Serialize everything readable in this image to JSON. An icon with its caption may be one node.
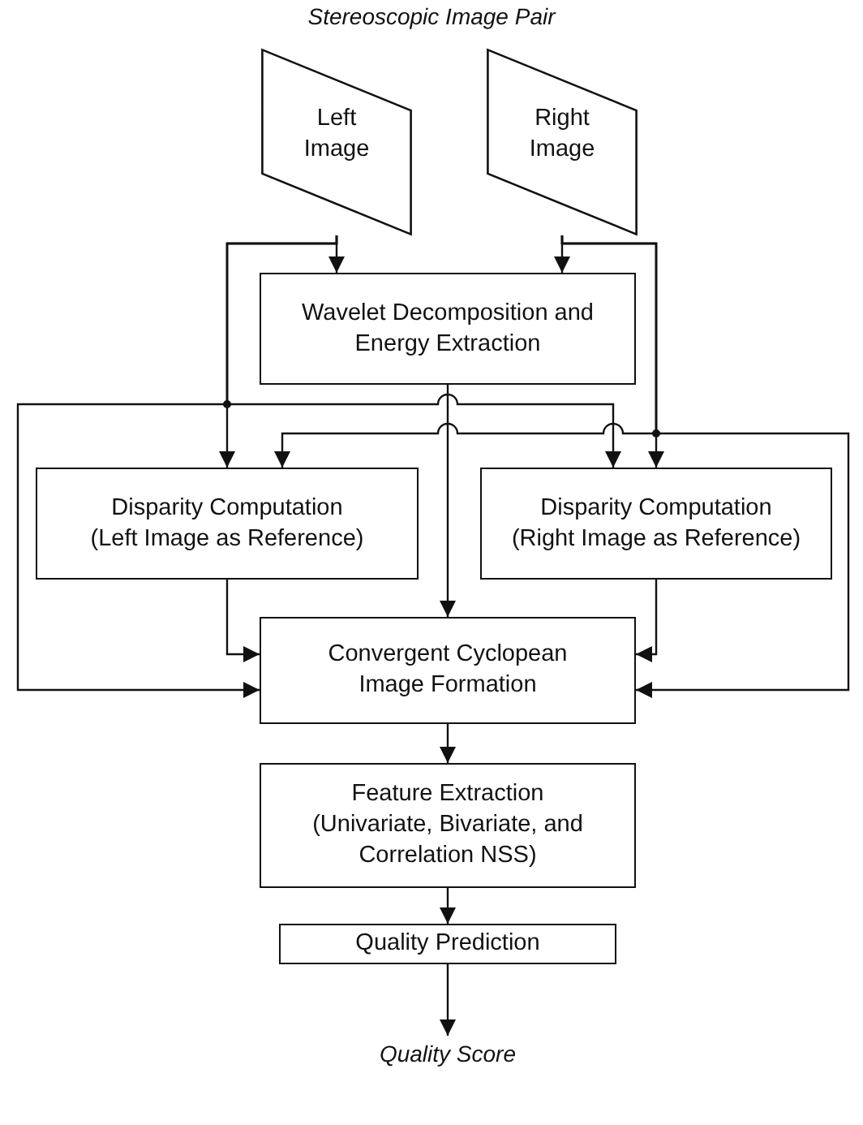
{
  "diagram": {
    "title": "Stereoscopic Image Pair",
    "nodes": [
      {
        "text": [
          "Left Image"
        ]
      },
      {
        "text": [
          "Right Image"
        ]
      },
      {
        "text": [
          "Wavelet Decomposition and Energy Extraction"
        ]
      },
      {
        "text": [
          "Disparity Computation",
          "(Left Image as Reference)"
        ]
      },
      {
        "text": [
          "Disparity Computation",
          "(Right Image as Reference)"
        ]
      },
      {
        "text": [
          "Convergent Cyclopean Image Formation"
        ]
      },
      {
        "text": [
          "Feature Extraction",
          "(Univariate, Bivariate, and Correlation NSS)"
        ]
      },
      {
        "text": [
          "Quality Prediction"
        ]
      },
      {
        "text": [
          "Quality Score"
        ]
      }
    ],
    "edges": [
      {
        "from": 0,
        "to": 2,
        "arrow": "to"
      },
      {
        "from": 1,
        "to": 2,
        "arrow": "to"
      },
      {
        "from": 0,
        "to": 3,
        "arrow": "to"
      },
      {
        "from": 0,
        "to": 4,
        "arrow": "to"
      },
      {
        "from": 0,
        "to": 5,
        "arrow": "to"
      },
      {
        "from": 1,
        "to": 4,
        "arrow": "to"
      },
      {
        "from": 1,
        "to": 3,
        "arrow": "to"
      },
      {
        "from": 1,
        "to": 5,
        "arrow": "to"
      },
      {
        "from": 2,
        "to": 5,
        "arrow": "to"
      },
      {
        "from": 3,
        "to": 5,
        "arrow": "to"
      },
      {
        "from": 4,
        "to": 5,
        "arrow": "to"
      },
      {
        "from": 5,
        "to": 6,
        "arrow": "to"
      },
      {
        "from": 6,
        "to": 7,
        "arrow": "to"
      },
      {
        "from": 7,
        "to": 8,
        "arrow": "to"
      }
    ]
  }
}
